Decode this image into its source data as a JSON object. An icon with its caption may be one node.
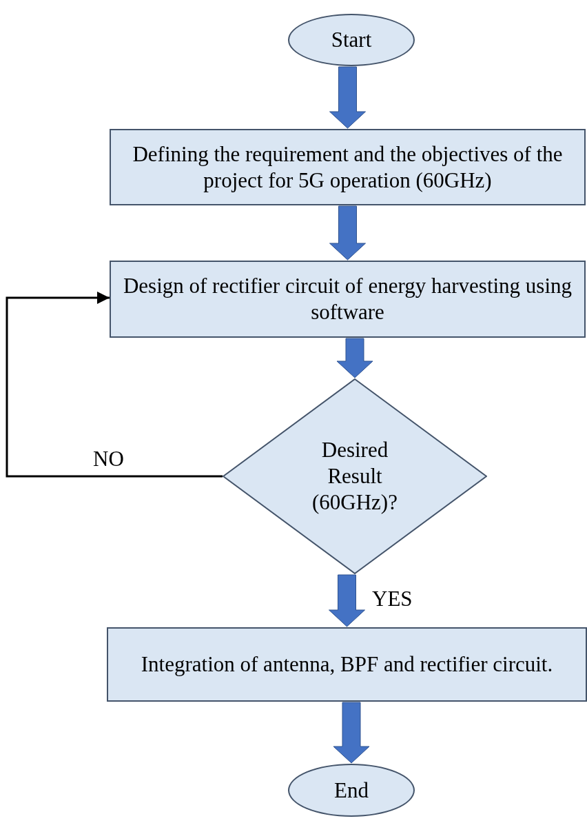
{
  "diagram": {
    "nodes": [
      {
        "text": [
          "Start"
        ]
      },
      {
        "text": [
          "Defining the requirement and the objectives of the project for 5G operation (60GHz)"
        ]
      },
      {
        "text": [
          "Design of rectifier circuit of energy harvesting using software"
        ]
      },
      {
        "text": [
          "Desired Result (60GHz)?"
        ]
      },
      {
        "text": [
          "Integration of antenna, BPF and rectifier circuit."
        ]
      },
      {
        "text": [
          "End"
        ]
      }
    ],
    "edges": [
      {
        "from": 0,
        "to": 1,
        "arrow": "to"
      },
      {
        "from": 1,
        "to": 2,
        "arrow": "to"
      },
      {
        "from": 2,
        "to": 3,
        "arrow": "to"
      },
      {
        "from": 3,
        "to": 2,
        "arrow": "to",
        "label": "NO",
        "color": "#000000"
      },
      {
        "from": 3,
        "to": 4,
        "arrow": "to",
        "label": "YES"
      },
      {
        "from": 4,
        "to": 5,
        "arrow": "to"
      }
    ]
  }
}
